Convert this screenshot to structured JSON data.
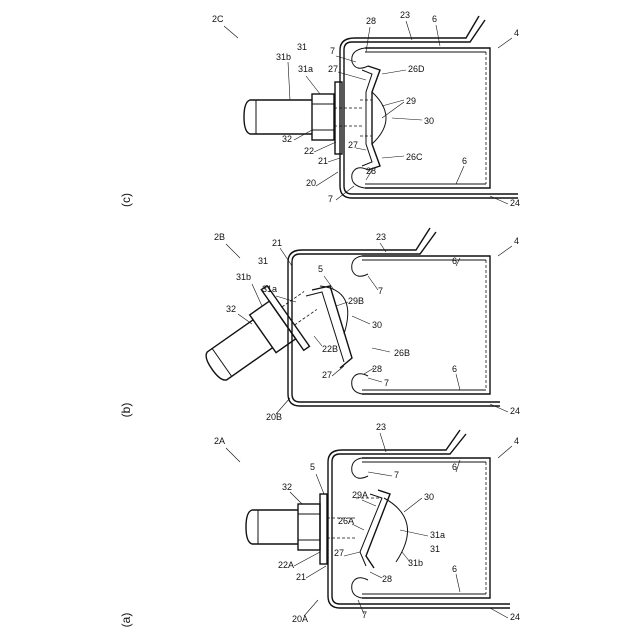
{
  "figures": {
    "a": {
      "caption": "(a)",
      "title_ref": "2A",
      "labels": {
        "l4": "4",
        "l23": "23",
        "l32": "32",
        "l5": "5",
        "l7a": "7",
        "l29a": "29A",
        "l30": "30",
        "l26a": "26A",
        "l6a": "6",
        "l27": "27",
        "l22a": "22A",
        "l21": "21",
        "l28": "28",
        "l31b": "31b",
        "l31a": "31a",
        "l31": "31",
        "l6b": "6",
        "l20a": "20A",
        "l7b": "7",
        "l24": "24"
      }
    },
    "b": {
      "caption": "(b)",
      "title_ref": "2B",
      "labels": {
        "l21": "21",
        "l23": "23",
        "l4": "4",
        "l31": "31",
        "l31b": "31b",
        "l31a": "31a",
        "l5": "5",
        "l7a": "7",
        "l6a": "6",
        "l29b": "29B",
        "l32": "32",
        "l30": "30",
        "l22b": "22B",
        "l26b": "26B",
        "l27": "27",
        "l28": "28",
        "l7b": "7",
        "l6b": "6",
        "l20b": "20B",
        "l24": "24"
      }
    },
    "c": {
      "caption": "(c)",
      "title_ref": "2C",
      "labels": {
        "l23": "23",
        "l6a": "6",
        "l4": "4",
        "l28a": "28",
        "l31": "31",
        "l31b": "31b",
        "l31a": "31a",
        "l7a": "7",
        "l27a": "27",
        "l26d": "26D",
        "l29": "29",
        "l30": "30",
        "l32": "32",
        "l22": "22",
        "l27b": "27",
        "l21": "21",
        "l26c": "26C",
        "l28b": "28",
        "l6b": "6",
        "l20": "20",
        "l7b": "7",
        "l24": "24"
      }
    }
  }
}
